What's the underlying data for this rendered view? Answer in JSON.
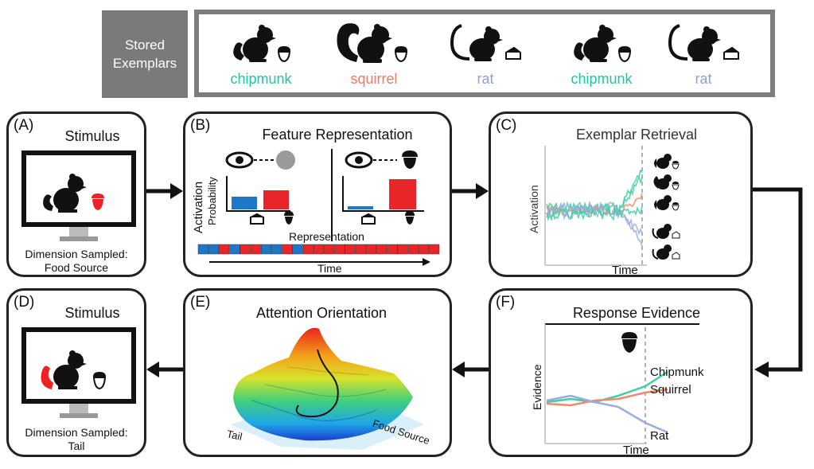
{
  "stored": {
    "label_line1": "Stored",
    "label_line2": "Exemplars",
    "items": [
      {
        "name": "chipmunk",
        "color": "#22c4a0",
        "tail": "bushy-small",
        "food": "acorn"
      },
      {
        "name": "squirrel",
        "color": "#f4775d",
        "tail": "bushy-big",
        "food": "acorn"
      },
      {
        "name": "rat",
        "color": "#8f9fd9",
        "tail": "thin",
        "food": "cheese"
      },
      {
        "name": "chipmunk",
        "color": "#22c4a0",
        "tail": "bushy-small",
        "food": "acorn"
      },
      {
        "name": "rat",
        "color": "#8f9fd9",
        "tail": "thin",
        "food": "cheese"
      }
    ]
  },
  "panelA": {
    "letter": "(A)",
    "title": "Stimulus",
    "caption1": "Dimension Sampled:",
    "caption2": "Food Source"
  },
  "panelB": {
    "letter": "(B)",
    "title": "Feature Representation",
    "ylabel1": "Activation",
    "ylabel2": "Probability",
    "rep_label": "Representation",
    "time_label": "Time",
    "question": "?"
  },
  "panelC": {
    "letter": "(C)",
    "title": "Exemplar Retrieval",
    "ylabel": "Activation",
    "xlabel": "Time"
  },
  "panelD": {
    "letter": "(D)",
    "title": "Stimulus",
    "caption1": "Dimension Sampled:",
    "caption2": "Tail"
  },
  "panelE": {
    "letter": "(E)",
    "title": "Attention Orientation",
    "axis1": "Tail",
    "axis2": "Food Source"
  },
  "panelF": {
    "letter": "(F)",
    "title": "Response Evidence",
    "ylabel": "Evidence",
    "xlabel": "Time",
    "lines": [
      {
        "label": "Chipmunk",
        "color": "#3ecfa3"
      },
      {
        "label": "Squirrel",
        "color": "#f08a6a"
      },
      {
        "label": "Rat",
        "color": "#9aabdf"
      }
    ]
  },
  "colors": {
    "blue": "#1f77c9",
    "red": "#e8262a",
    "dark": "#111111"
  }
}
